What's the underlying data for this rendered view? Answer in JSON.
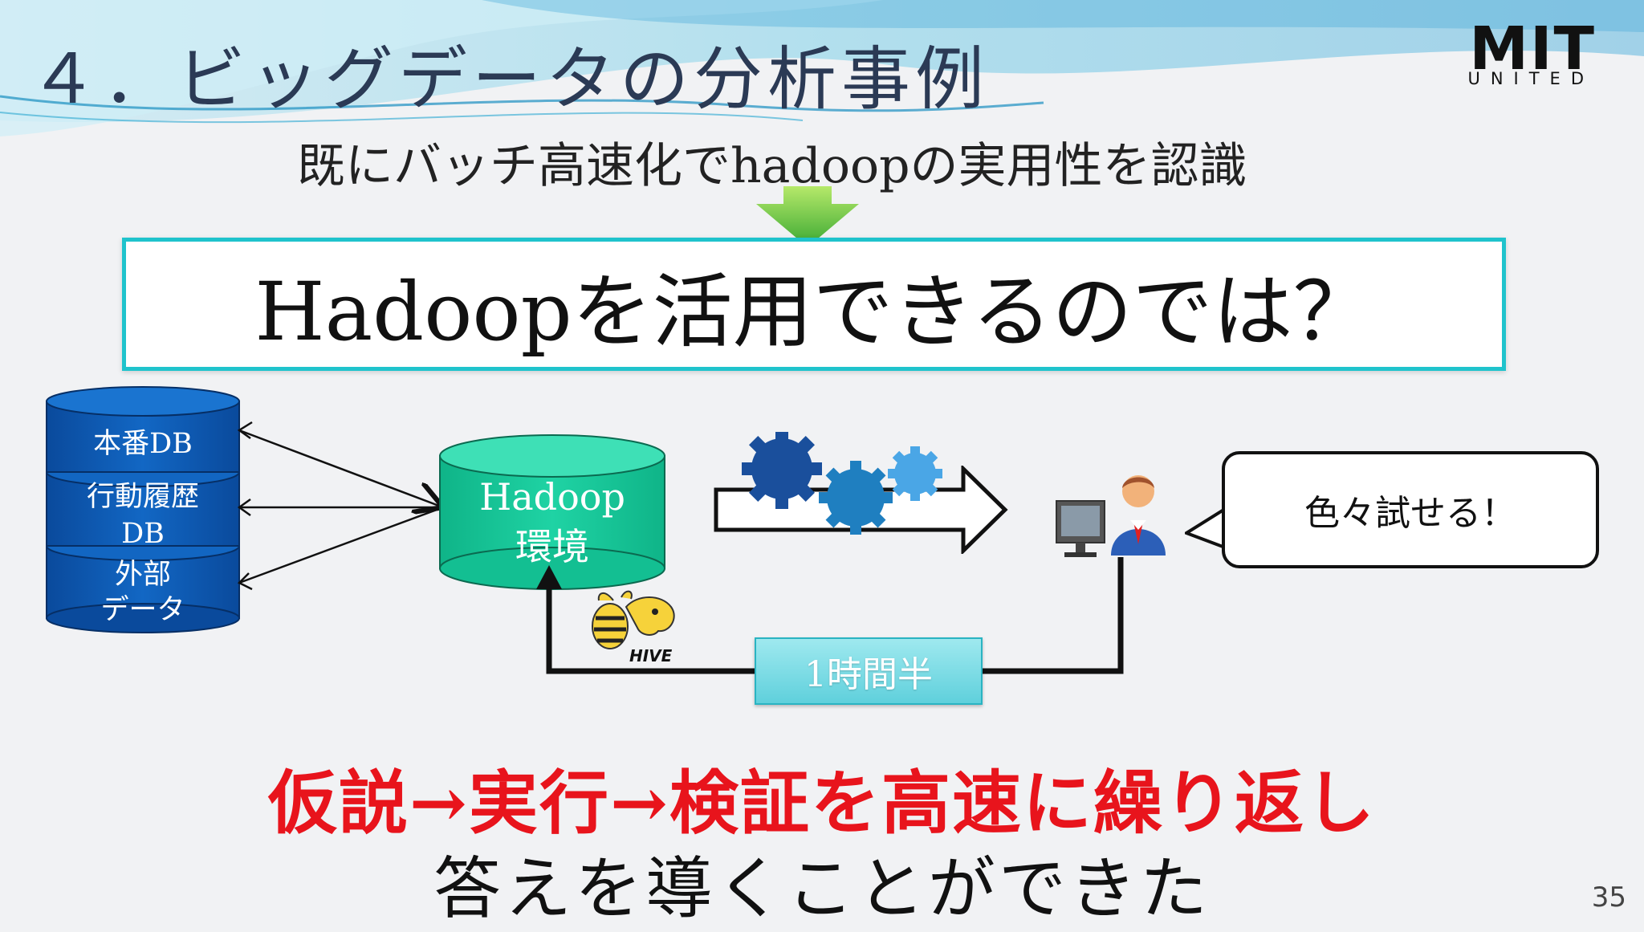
{
  "slide": {
    "title": "４．ビッグデータの分析事例",
    "logo_main": "MIT",
    "logo_sub": "UNITED",
    "subtitle": "既にバッチ高速化でhadoopの実用性を認識",
    "main_question": "Hadoopを活用できるのでは？",
    "databases": [
      "本番DB",
      "行動履歴\nDB",
      "外部\nデータ"
    ],
    "hadoop_label": "Hadoop\n環境",
    "hive_label": "HIVE",
    "speech_bubble": "色々試せる！",
    "time_label": "1時間半",
    "conclusion_red": "仮説→実行→検証を高速に繰り返し",
    "conclusion_black": "答えを導くことができた",
    "page_number": "35"
  },
  "colors": {
    "accent_teal": "#1fc3cc",
    "db_blue": "#0b4fa6",
    "hadoop_green": "#19c99a",
    "highlight_red": "#e8141c"
  },
  "icons": [
    "down-arrow-icon",
    "gear-icon",
    "right-arrow-icon",
    "person-computer-icon",
    "hive-logo-icon"
  ]
}
